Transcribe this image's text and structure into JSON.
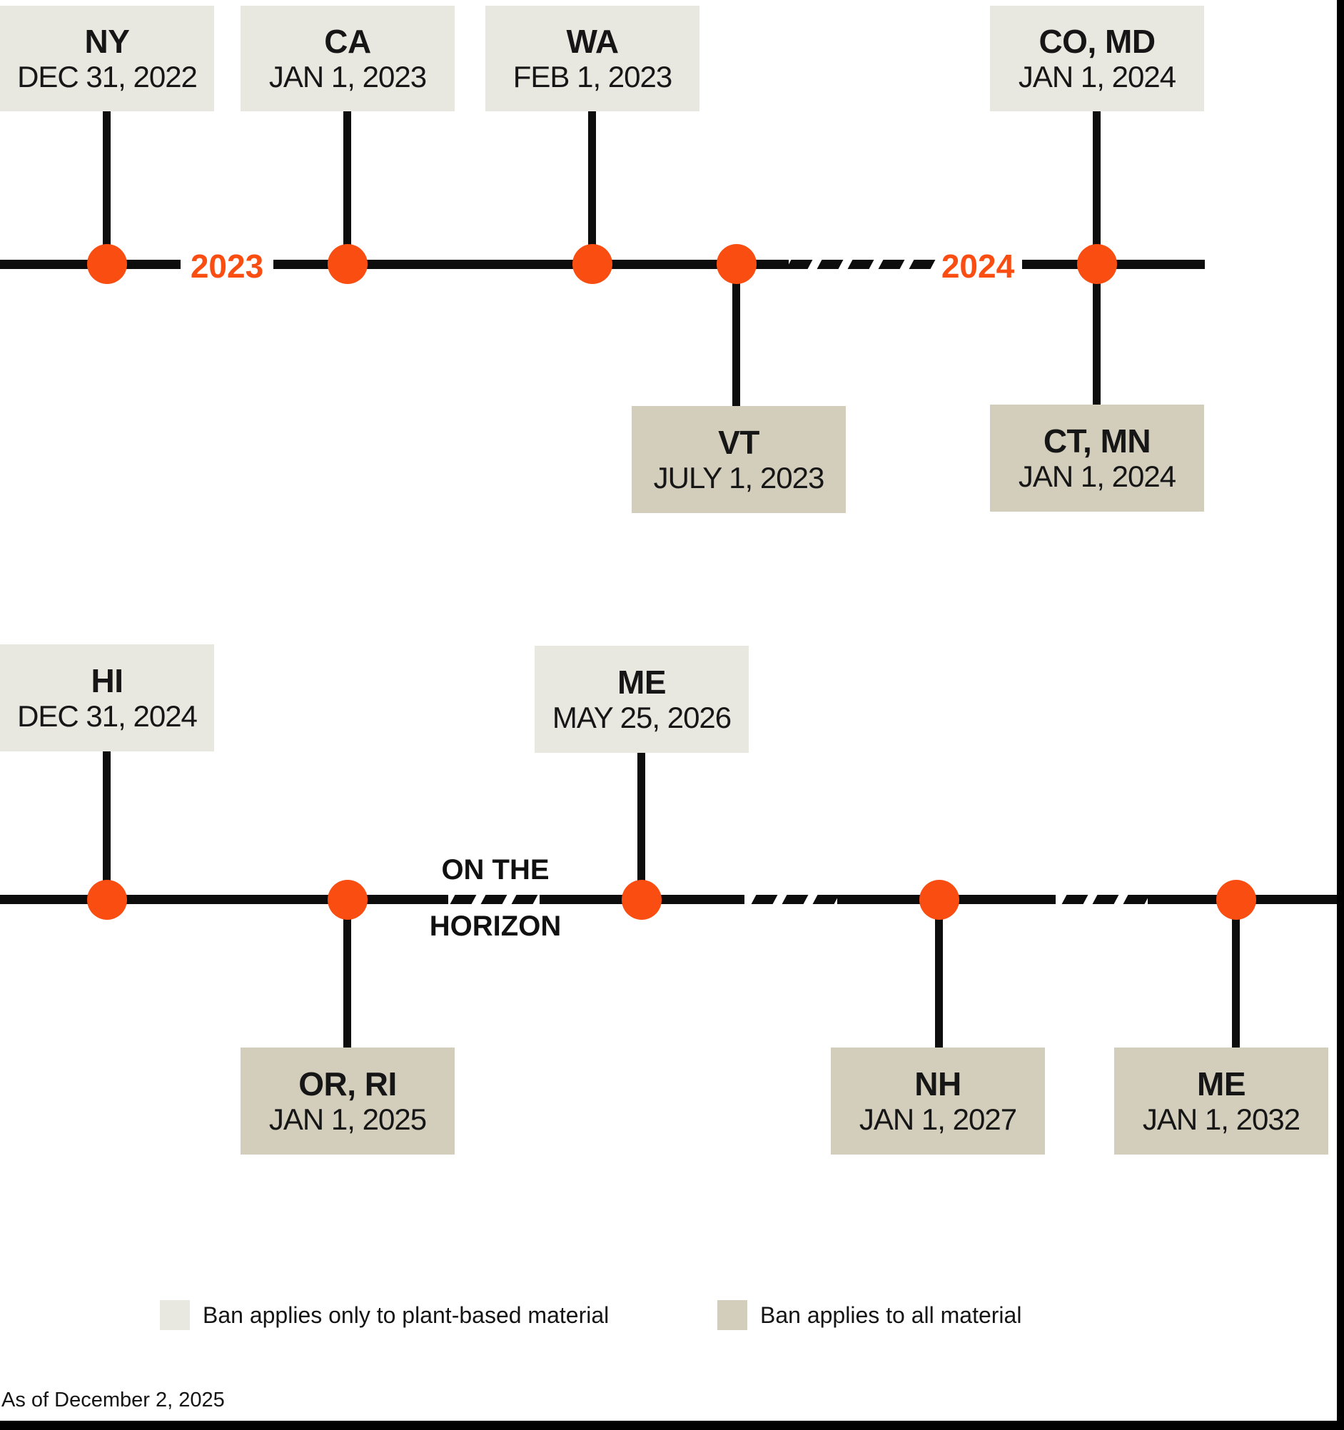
{
  "colors": {
    "accent_orange": "#f94d12",
    "plant_box": "#e9e8e0",
    "all_box": "#d3cdbc",
    "line_black": "#0d0d0d"
  },
  "top_timeline": {
    "year_2023": "2023",
    "year_2024": "2024",
    "events": [
      {
        "state": "NY",
        "date": "DEC 31, 2022",
        "ban": "plant-based only"
      },
      {
        "state": "CA",
        "date": "JAN 1, 2023",
        "ban": "plant-based only"
      },
      {
        "state": "WA",
        "date": "FEB 1, 2023",
        "ban": "plant-based only"
      },
      {
        "state": "VT",
        "date": "JULY 1, 2023",
        "ban": "all material"
      },
      {
        "state": "CO, MD",
        "date": "JAN 1, 2024",
        "ban": "plant-based only"
      },
      {
        "state": "CT, MN",
        "date": "JAN 1, 2024",
        "ban": "all material"
      }
    ]
  },
  "bottom_timeline": {
    "horizon_line1": "ON THE",
    "horizon_line2": "HORIZON",
    "events": [
      {
        "state": "HI",
        "date": "DEC 31, 2024",
        "ban": "plant-based only"
      },
      {
        "state": "OR, RI",
        "date": "JAN 1, 2025",
        "ban": "all material"
      },
      {
        "state": "ME",
        "date": "MAY 25, 2026",
        "ban": "plant-based only"
      },
      {
        "state": "NH",
        "date": "JAN 1, 2027",
        "ban": "all material"
      },
      {
        "state": "ME",
        "date": "JAN 1, 2032",
        "ban": "all material"
      }
    ]
  },
  "legend": {
    "plant_label": "Ban applies only to plant-based material",
    "all_label": "Ban applies to all material"
  },
  "footer": {
    "as_of": "As of December 2, 2025"
  }
}
